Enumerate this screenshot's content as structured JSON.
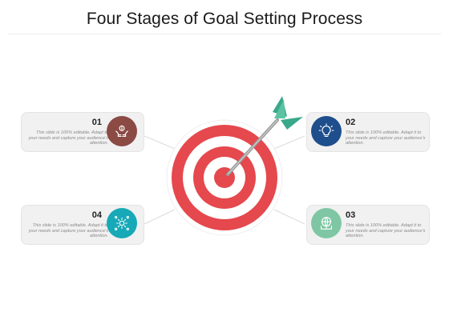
{
  "title": "Four Stages of Goal Setting Process",
  "stages": [
    {
      "number": "01",
      "text": "This slide is 100% editable. Adapt to your needs and capture your audience’s attention.",
      "color": "#8b4a44",
      "icon": "hands-money-icon"
    },
    {
      "number": "02",
      "text": "This slide is 100% editable. Adapt it to your needs and capture your audience’s attention.",
      "color": "#1f4e8c",
      "icon": "lightbulb-icon"
    },
    {
      "number": "03",
      "text": "This slide is 100% editable. Adapt it to your needs and capture your audience’s attention.",
      "color": "#7fc7a4",
      "icon": "globe-network-icon"
    },
    {
      "number": "04",
      "text": "This slide is 100% editable. Adapt it to your needs and capture your audience’s attention.",
      "color": "#17a9b7",
      "icon": "gear-network-icon"
    }
  ],
  "target": {
    "ring_color": "#e5484d",
    "arrow_fletch_color": "#3aa88a",
    "arrow_shaft_color": "#9a9a9a"
  }
}
